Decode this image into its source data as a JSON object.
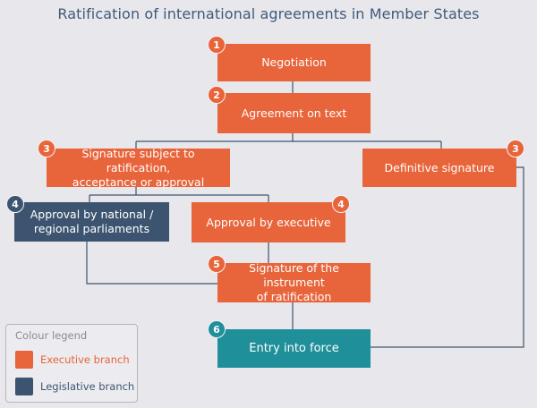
{
  "title": "Ratification of international agreements in Member States",
  "colors": {
    "executive": "#e8643a",
    "legislative": "#3d5470",
    "final": "#1f8f9a",
    "line": "#3d5470"
  },
  "steps": {
    "negotiation": {
      "num": "1",
      "label": "Negotiation"
    },
    "agreement": {
      "num": "2",
      "label": "Agreement on text"
    },
    "signature_subject": {
      "num": "3",
      "line1": "Signature subject to ratification,",
      "line2": "acceptance or approval"
    },
    "definitive": {
      "num": "3",
      "label": "Definitive signature"
    },
    "approval_parliaments": {
      "num": "4",
      "line1": "Approval by national /",
      "line2": "regional parliaments"
    },
    "approval_executive": {
      "num": "4",
      "label": "Approval by executive"
    },
    "instrument": {
      "num": "5",
      "line1": "Signature of the instrument",
      "line2": "of ratification"
    },
    "entry": {
      "num": "6",
      "label": "Entry into force"
    }
  },
  "legend": {
    "title": "Colour legend",
    "items": [
      {
        "label": "Executive branch"
      },
      {
        "label": "Legislative branch"
      }
    ]
  }
}
